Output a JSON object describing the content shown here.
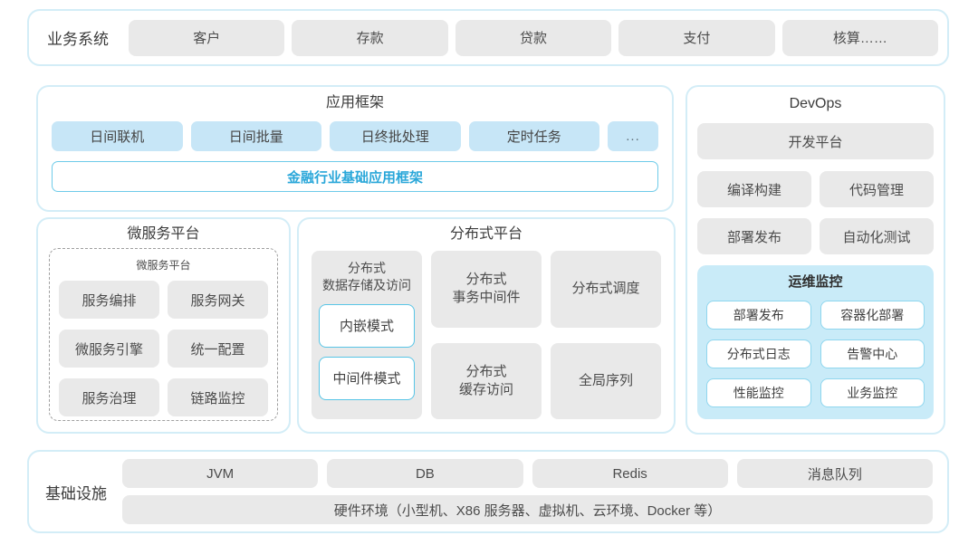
{
  "colors": {
    "panel_border": "#d3edf7",
    "box_gray": "#e9e9e9",
    "box_blue": "#c7e6f7",
    "monitor_bg": "#c9ebf8",
    "accent_border": "#6fcbe9",
    "accent_text": "#2aa7d9",
    "text_dark": "#3c3c3c",
    "text_gray": "#4c4c4c"
  },
  "business_systems": {
    "label": "业务系统",
    "items": [
      "客户",
      "存款",
      "贷款",
      "支付",
      "核算……"
    ]
  },
  "app_framework": {
    "title": "应用框架",
    "items": [
      "日间联机",
      "日间批量",
      "日终批处理",
      "定时任务",
      "..."
    ],
    "base": "金融行业基础应用框架"
  },
  "devops": {
    "title": "DevOps",
    "dev_platform": "开发平台",
    "items": [
      "编译构建",
      "代码管理",
      "部署发布",
      "自动化测试"
    ],
    "ops_monitor": {
      "title": "运维监控",
      "items": [
        "部署发布",
        "容器化部署",
        "分布式日志",
        "告警中心",
        "性能监控",
        "业务监控"
      ]
    }
  },
  "microservice": {
    "title": "微服务平台",
    "inner_title": "微服务平台",
    "items": [
      "服务编排",
      "服务网关",
      "微服务引擎",
      "统一配置",
      "服务治理",
      "链路监控"
    ]
  },
  "distributed": {
    "title": "分布式平台",
    "storage": {
      "label": "分布式\n数据存储及访问",
      "modes": [
        "内嵌模式",
        "中间件模式"
      ]
    },
    "middle": [
      "分布式\n事务中间件",
      "分布式\n缓存访问"
    ],
    "right": [
      "分布式调度",
      "全局序列"
    ]
  },
  "infrastructure": {
    "label": "基础设施",
    "items": [
      "JVM",
      "DB",
      "Redis",
      "消息队列"
    ],
    "hardware": "硬件环境（小型机、X86 服务器、虚拟机、云环境、Docker 等）"
  }
}
